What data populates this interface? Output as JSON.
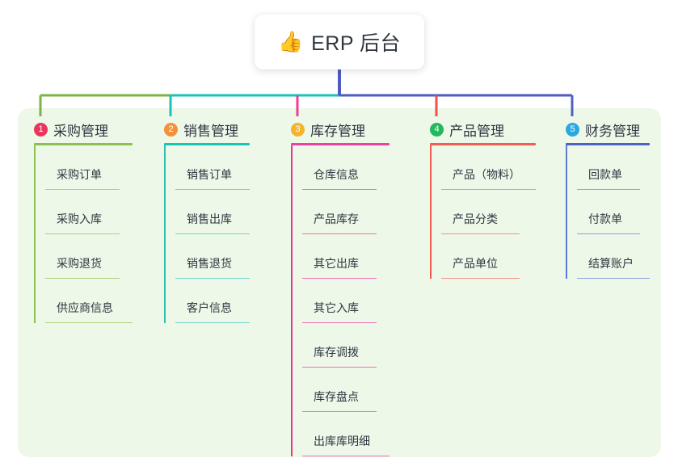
{
  "root": {
    "icon": "thumbs-up-icon",
    "emoji": "👍",
    "title": "ERP 后台"
  },
  "colors": {
    "panel_background": "#eef8e9",
    "text": "#2f3640",
    "root_card_background": "#ffffff",
    "trunk": "#4e5bc4"
  },
  "columns": [
    {
      "number": "1",
      "title": "采购管理",
      "badge_color": "#e8365e",
      "rule_color": "#8cc152",
      "spine_color": "#8cc152",
      "item_rule_color": "#a9d17d",
      "connector_color": "#7cb342",
      "items": [
        {
          "label": "采购订单",
          "rule_width": 92
        },
        {
          "label": "采购入库",
          "rule_width": 92
        },
        {
          "label": "采购退货",
          "rule_width": 92
        },
        {
          "label": "供应商信息",
          "rule_width": 108
        }
      ]
    },
    {
      "number": "2",
      "title": "销售管理",
      "badge_color": "#f5903b",
      "rule_color": "#18c4b8",
      "spine_color": "#2fc1b4",
      "item_rule_color": "#6fd3cb",
      "connector_color": "#18c4b8",
      "items": [
        {
          "label": "销售订单",
          "rule_width": 92
        },
        {
          "label": "销售出库",
          "rule_width": 92
        },
        {
          "label": "销售退货",
          "rule_width": 92
        },
        {
          "label": "客户信息",
          "rule_width": 92
        }
      ]
    },
    {
      "number": "3",
      "title": "库存管理",
      "badge_color": "#f5b32b",
      "rule_color": "#ef3fa0",
      "spine_color": "#e8368f",
      "item_rule_color": "#ef6fb4",
      "connector_color": "#ef3f93",
      "items": [
        {
          "label": "仓库信息",
          "rule_width": 92
        },
        {
          "label": "产品库存",
          "rule_width": 92
        },
        {
          "label": "其它出库",
          "rule_width": 92
        },
        {
          "label": "其它入库",
          "rule_width": 92
        },
        {
          "label": "库存调拨",
          "rule_width": 92
        },
        {
          "label": "库存盘点",
          "rule_width": 92
        },
        {
          "label": "出库库明细",
          "rule_width": 108
        }
      ]
    },
    {
      "number": "4",
      "title": "产品管理",
      "badge_color": "#22b85e",
      "rule_color": "#f25c54",
      "spine_color": "#ee5a52",
      "item_rule_color": "#f59089",
      "connector_color": "#f25048",
      "items": [
        {
          "label": "产品（物料）",
          "rule_width": 117
        },
        {
          "label": "产品分类",
          "rule_width": 97
        },
        {
          "label": "产品单位",
          "rule_width": 97
        }
      ]
    },
    {
      "number": "5",
      "title": "财务管理",
      "badge_color": "#2aa9e0",
      "rule_color": "#4e62c6",
      "spine_color": "#5b79d6",
      "item_rule_color": "#8ba3e0",
      "connector_color": "#4e62c6",
      "items": [
        {
          "label": "回款单",
          "rule_width": 78
        },
        {
          "label": "付款单",
          "rule_width": 78
        },
        {
          "label": "结算账户",
          "rule_width": 90
        }
      ]
    }
  ]
}
